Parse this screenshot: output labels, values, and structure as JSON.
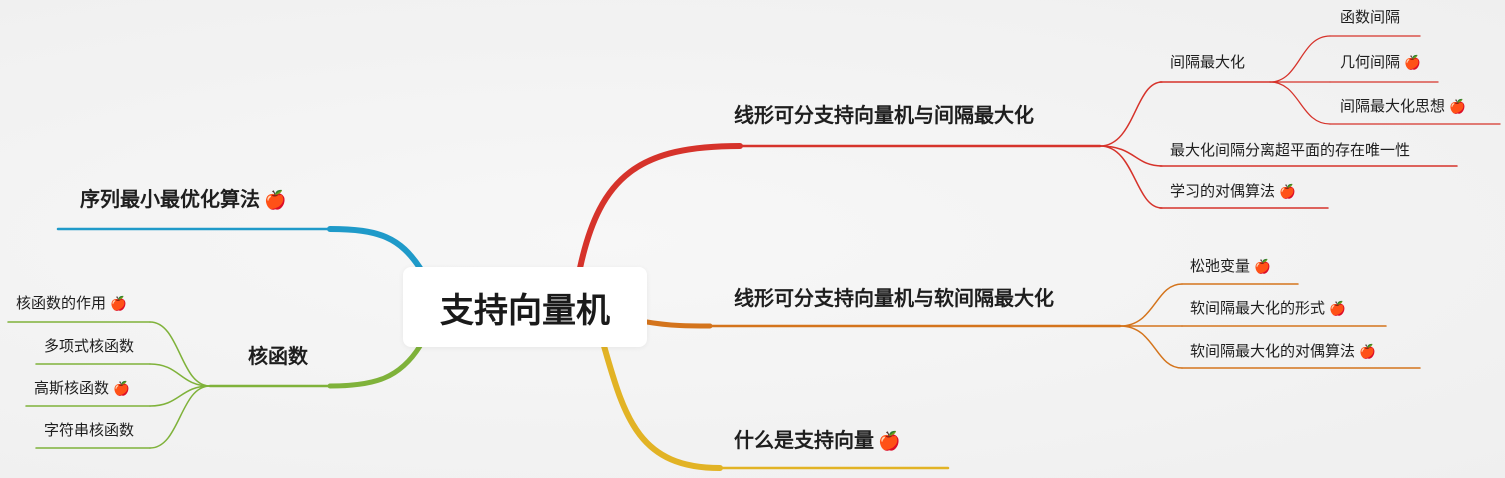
{
  "root": {
    "label": "支持向量机"
  },
  "branches": {
    "b1": {
      "label": "线形可分支持向量机与间隔最大化",
      "color": "#d6332b",
      "children": [
        {
          "label": "间隔最大化",
          "apple": false,
          "children": [
            {
              "label": "函数间隔",
              "apple": false
            },
            {
              "label": "几何间隔",
              "apple": true
            },
            {
              "label": "间隔最大化思想",
              "apple": true
            }
          ]
        },
        {
          "label": "最大化间隔分离超平面的存在唯一性",
          "apple": false
        },
        {
          "label": "学习的对偶算法",
          "apple": true
        }
      ]
    },
    "b2": {
      "label": "线形可分支持向量机与软间隔最大化",
      "color": "#d4741c",
      "children": [
        {
          "label": "松弛变量",
          "apple": true
        },
        {
          "label": "软间隔最大化的形式",
          "apple": true
        },
        {
          "label": "软间隔最大化的对偶算法",
          "apple": true
        }
      ]
    },
    "b3": {
      "label": "什么是支持向量",
      "apple": true,
      "color": "#e2b325"
    },
    "b4": {
      "label": "序列最小最优化算法",
      "apple": true,
      "color": "#1f9ac9"
    },
    "b5": {
      "label": "核函数",
      "color": "#7fb23a",
      "children": [
        {
          "label": "核函数的作用",
          "apple": true
        },
        {
          "label": "多项式核函数",
          "apple": false
        },
        {
          "label": "高斯核函数",
          "apple": true
        },
        {
          "label": "字符串核函数",
          "apple": false
        }
      ]
    }
  },
  "apple_glyph": "🍎"
}
